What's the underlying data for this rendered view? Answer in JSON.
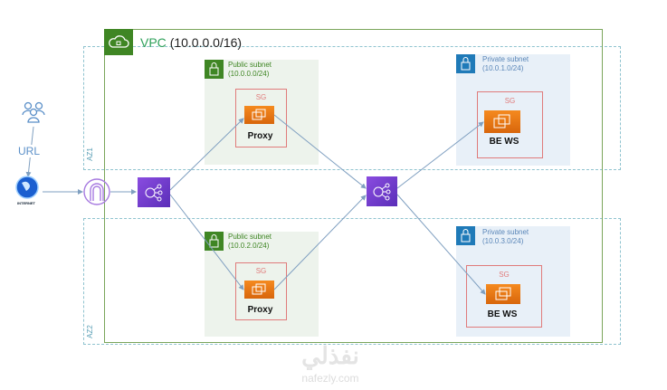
{
  "vpc": {
    "label": "VPC",
    "cidr": "(10.0.0.0/16)"
  },
  "external": {
    "url_label": "URL",
    "internet_label": "INTERNET"
  },
  "zones": [
    {
      "label": "AZ1"
    },
    {
      "label": "AZ2"
    }
  ],
  "subnets": [
    {
      "title": "Public subnet",
      "cidr": "(10.0.0.0/24)",
      "sg": "SG",
      "instance": "Proxy"
    },
    {
      "title": "Public subnet",
      "cidr": "(10.0.2.0/24)",
      "sg": "SG",
      "instance": "Proxy"
    },
    {
      "title": "Private subnet",
      "cidr": "(10.0.1.0/24)",
      "sg": "SG",
      "instance": "BE WS"
    },
    {
      "title": "Private subnet",
      "cidr": "(10.0.3.0/24)",
      "sg": "SG",
      "instance": "BE WS"
    }
  ],
  "watermark": {
    "arabic": "نفذلي",
    "domain": "nafezly.com"
  },
  "colors": {
    "vpc": "#3f8624",
    "public_subnet": "#edf3ec",
    "private_subnet": "#e8f0f8",
    "sg": "#e07b7b",
    "ec2": "#f58a1f",
    "elb": "#7a3fd6",
    "arrow": "#7f9fc0"
  }
}
